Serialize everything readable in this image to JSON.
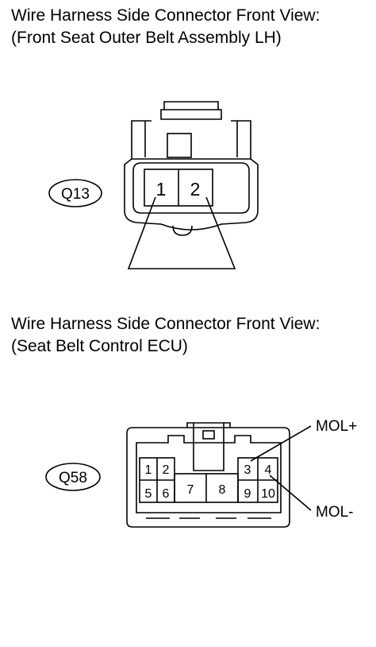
{
  "connector_q13": {
    "title_line1": "Wire Harness Side Connector Front View:",
    "title_line2": "(Front Seat Outer Belt Assembly LH)",
    "code": "Q13",
    "pins": [
      "1",
      "2"
    ]
  },
  "connector_q58": {
    "title_line1": "Wire Harness Side Connector Front View:",
    "title_line2": "(Seat Belt Control ECU)",
    "code": "Q58",
    "pins": [
      "1",
      "2",
      "3",
      "4",
      "5",
      "6",
      "7",
      "8",
      "9",
      "10"
    ],
    "label_plus": "MOL+",
    "label_minus": "MOL-"
  }
}
